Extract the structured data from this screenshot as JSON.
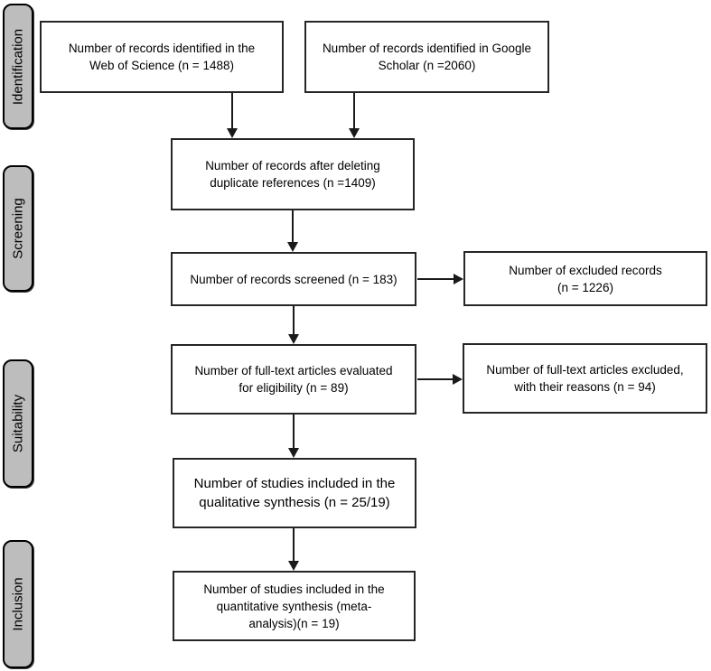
{
  "colors": {
    "background": "#ffffff",
    "box_fill": "#ffffff",
    "box_border": "#262626",
    "stage_fill": "#bdbdbd",
    "stage_border": "#000000",
    "arrow": "#1a1a1a",
    "text": "#000000"
  },
  "stages": [
    {
      "id": "identification",
      "label": "Identification"
    },
    {
      "id": "screening",
      "label": "Screening"
    },
    {
      "id": "suitability",
      "label": "Suitability"
    },
    {
      "id": "inclusion",
      "label": "Inclusion"
    }
  ],
  "boxes": [
    {
      "id": "records-identified-wos",
      "text": "Number of records identified in the\nWeb of Science (n = 1488)"
    },
    {
      "id": "records-identified-google-scholar",
      "text": "Number of records identified in Google\nScholar (n =2060)"
    },
    {
      "id": "records-after-deduplication",
      "text": "Number of records after deleting\nduplicate references (n =1409)"
    },
    {
      "id": "records-screened",
      "text": "Number of records screened (n = 183)"
    },
    {
      "id": "excluded-records",
      "text": "Number of excluded records\n(n = 1226)"
    },
    {
      "id": "fulltext-evaluated",
      "text": "Number of full-text articles evaluated\nfor eligibility (n = 89)"
    },
    {
      "id": "fulltext-excluded",
      "text": "Number of full-text articles excluded,\nwith their reasons (n = 94)"
    },
    {
      "id": "qualitative-synthesis",
      "text": "Number of studies included in the\nqualitative synthesis (n = 25/19)"
    },
    {
      "id": "quantitative-synthesis",
      "text": "Number of studies included in the\nquantitative synthesis (meta-\nanalysis)(n = 19)"
    }
  ]
}
